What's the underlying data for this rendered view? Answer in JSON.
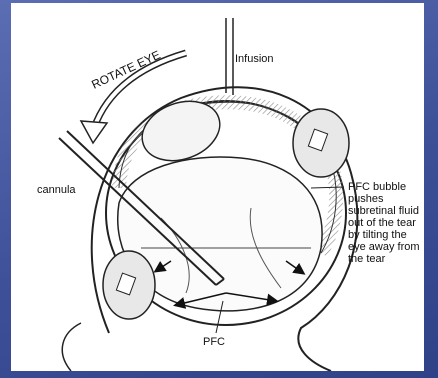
{
  "labels": {
    "rotate": "ROTATE EYE",
    "infusion": "Infusion",
    "cannula": "cannula",
    "pfc": "PFC",
    "bubble_lines": [
      "PFC bubble",
      "pushes",
      "subretinal fluid",
      "out of the tear",
      "by tilting the",
      "eye away from",
      "the tear"
    ]
  },
  "colors": {
    "background": "#3d4f97",
    "panel": "#ffffff",
    "ink": "#111111",
    "shade": "#9a9a9a"
  }
}
